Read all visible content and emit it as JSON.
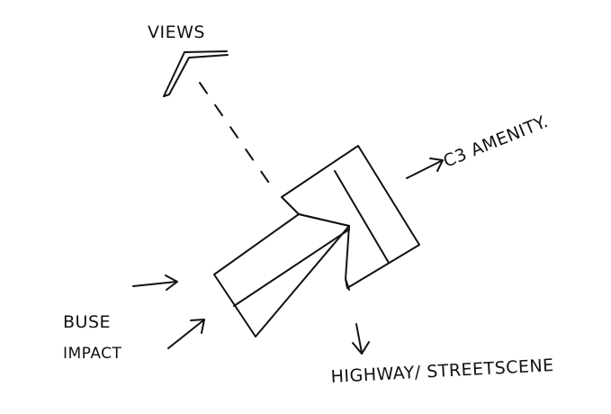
{
  "labels": {
    "views": "VIEWS",
    "amenity": "C3 AMENITY.",
    "bus_impact_line1": "BUSE",
    "bus_impact_line2": "IMPACT",
    "streetscene": "HIGHWAY/ STREETSCENE"
  },
  "colors": {
    "background": "#ffffff",
    "ink": "#111111"
  }
}
